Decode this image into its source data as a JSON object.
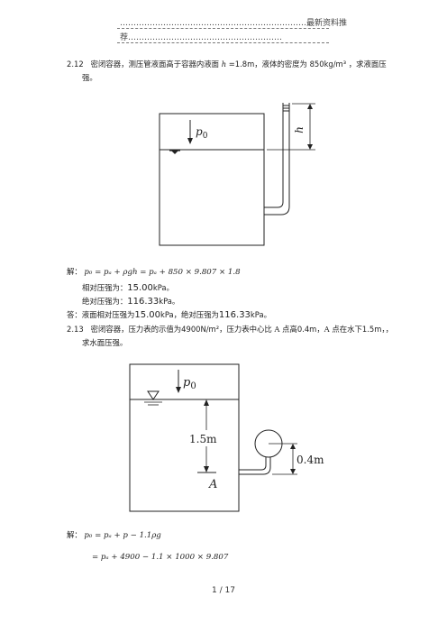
{
  "header": {
    "line1": "……………………………………………………………最新资料推",
    "line2": "荐…………………………………………………"
  },
  "problem_2_12": {
    "number": "2.12",
    "text_a": "密闭容器，测压管液面高于容器内液面",
    "h_symbol": "h",
    "text_b": "=1.8m，液体的密度为",
    "density": "850kg/m³",
    "text_c": "，求液面压",
    "text_d": "强。",
    "fig_p0": "p",
    "fig_p0_sub": "0",
    "fig_h": "h"
  },
  "solution_2_12": {
    "label": "解：",
    "eq": "p₀ = pₐ + ρgh = pₐ + 850 × 9.807 × 1.8",
    "rel_label": "相对压强为：",
    "rel_value": "15.00",
    "rel_unit": "kPa。",
    "abs_label": "绝对压强为：",
    "abs_value": "116.33",
    "abs_unit": "kPa。",
    "answer_a": "答：液面相对压强为",
    "answer_v1": "15.00",
    "answer_u1": "kPa",
    "answer_b": "，绝对压强为",
    "answer_v2": "116.33",
    "answer_u2": "kPa。"
  },
  "problem_2_13": {
    "number": "2.13",
    "text_a": "密闭容器，压力表的示值为",
    "reading": "4900N/m²",
    "text_b": "，压力表中心比 A 点高",
    "height": "0.4m",
    "text_c": "，A 点在水下",
    "depth": "1.5m",
    "text_d": "，，",
    "text_e": "求水面压强。",
    "fig_p0": "p",
    "fig_p0_sub": "0",
    "fig_depth": "1.5m",
    "fig_height": "0.4m",
    "fig_A": "A"
  },
  "solution_2_13": {
    "label": "解：",
    "eq1": "p₀ = pₐ + p − 1.1ρg",
    "eq2": "= pₐ + 4900 − 1.1 × 1000 × 9.807"
  },
  "footer": {
    "page": "1 / 17"
  }
}
